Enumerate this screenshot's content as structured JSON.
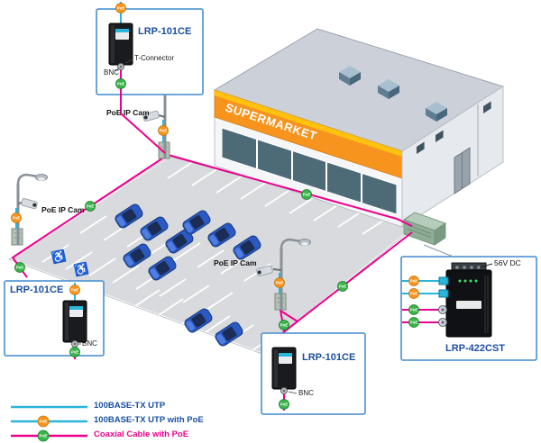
{
  "labels": {
    "poe": "PoE"
  },
  "building": {
    "sign": "SUPERMARKET"
  },
  "icons": {
    "handicap": "♿"
  },
  "cameras": {
    "cam1": "PoE IP Cam",
    "cam2": "PoE IP Cam",
    "cam3": "PoE IP Cam"
  },
  "callouts": {
    "a": {
      "model": "LRP-101CE",
      "bnc": "BNC",
      "t_connector": "T-Connector"
    },
    "b": {
      "model": "LRP-101CE",
      "bnc": "BNC"
    },
    "c": {
      "model": "LRP-101CE",
      "bnc": "BNC"
    },
    "d": {
      "model": "LRP-422CST",
      "power": "56V DC"
    }
  },
  "legend": {
    "utp": "100BASE-TX UTP",
    "utp_poe": "100BASE-TX UTP with PoE",
    "coax_poe": "Coaxial Cable with PoE"
  },
  "colors": {
    "utp_cyan": "#29b6d8",
    "coax_magenta": "#ec008c",
    "poe_orange": "#f7941d",
    "poe_green": "#39b54a",
    "callout_border": "#5b9bd5",
    "model_text": "#1b4d9e",
    "awning_orange": "#f7941d"
  }
}
